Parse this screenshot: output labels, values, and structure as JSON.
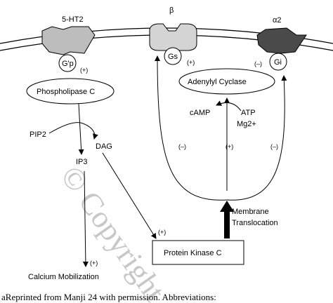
{
  "receptors": {
    "r1": "5-HT2",
    "r2": "β",
    "r3": "α2"
  },
  "gproteins": {
    "g1": "G'p",
    "g2": "Gs",
    "g3": "Gi"
  },
  "nodes": {
    "plc": "Phospholipase C",
    "adenylyl": "Adenylyl Cyclase",
    "pkc": "Protein Kinase C",
    "pip2": "PIP2",
    "dag": "DAG",
    "ip3": "IP3",
    "camp": "cAMP",
    "atp": "ATP",
    "mg": "Mg2+",
    "calcium": "Calcium Mobilization",
    "membrane_line1": "Membrane",
    "membrane_line2": "Translocation"
  },
  "signs": {
    "gp_plus": "(+)",
    "gs_plus": "(+)",
    "gi_minus": "(–)",
    "left_minus": "(–)",
    "mid_plus": "(+)",
    "right_minus": "(–)",
    "pkc_plus": "(+)",
    "calcium_plus": "(+)"
  },
  "watermark": "© Copyright",
  "caption": "aReprinted from Manji 24 with permission. Abbreviations:",
  "colors": {
    "receptor_light": "#bdbdbd",
    "receptor_mid": "#d4d4d4",
    "receptor_dark": "#4a4a4a",
    "line": "#000000"
  }
}
